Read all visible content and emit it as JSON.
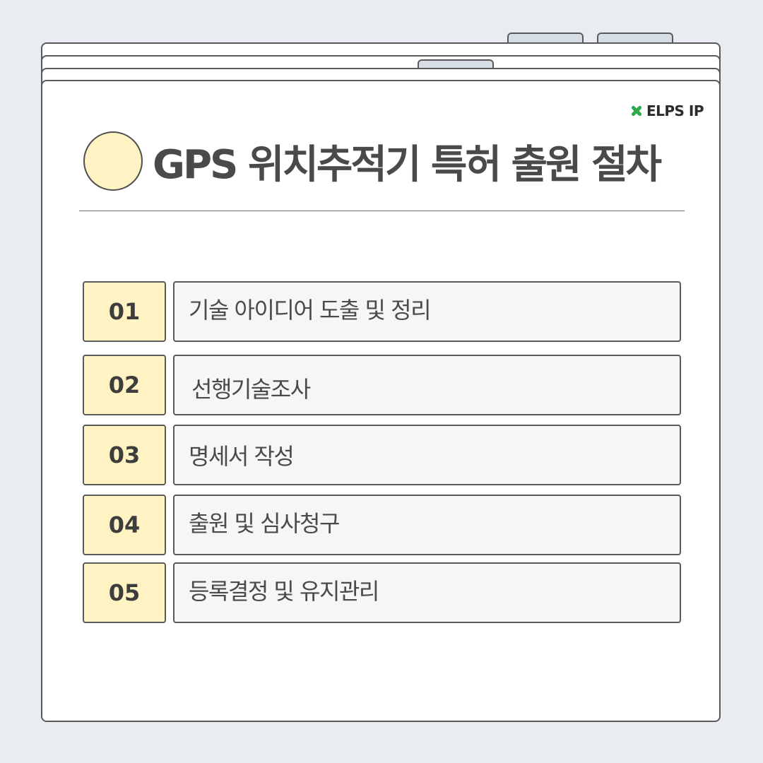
{
  "brand": {
    "name": "ELPS IP",
    "icon": "green-cross-icon",
    "icon_color": "#2eaa4a"
  },
  "title": "GPS 위치추적기 특허 출원 절차",
  "colors": {
    "background": "#e9edf1",
    "accent_yellow": "#fff3c4",
    "tab": "#d7dde4",
    "outline": "#5a5a5a"
  },
  "steps": [
    {
      "num": "01",
      "label": "기술 아이디어 도출 및 정리"
    },
    {
      "num": "02",
      "label": "선행기술조사"
    },
    {
      "num": "03",
      "label": "명세서 작성"
    },
    {
      "num": "04",
      "label": "출원 및 심사청구"
    },
    {
      "num": "05",
      "label": "등록결정 및 유지관리"
    }
  ]
}
